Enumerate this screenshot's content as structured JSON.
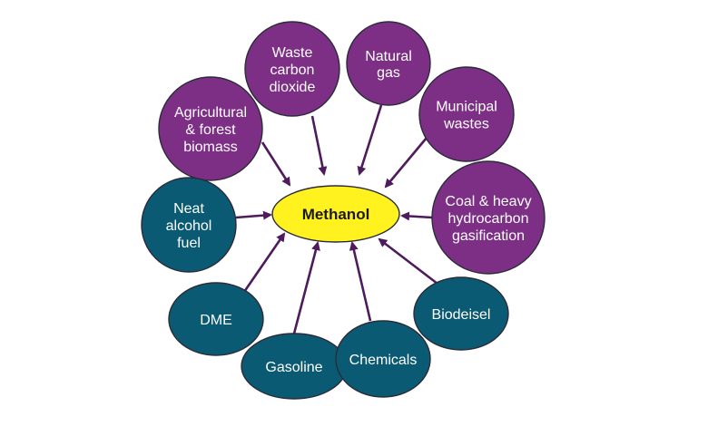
{
  "colors": {
    "source_fill": "#7d2f86",
    "product_fill": "#0b5a73",
    "outline": "#2b2b3a",
    "arrow": "#4e1b5c",
    "hub_fill": "#fff21e",
    "hub_text": "#1a1a1a",
    "node_text": "#ffffff"
  },
  "center": {
    "label": "Methanol"
  },
  "sources": [
    {
      "id": "agricultural-forest-biomass",
      "lines": [
        "Agricultural",
        "& forest",
        "biomass"
      ]
    },
    {
      "id": "waste-carbon-dioxide",
      "lines": [
        "Waste",
        "carbon",
        "dioxide"
      ]
    },
    {
      "id": "natural-gas",
      "lines": [
        "Natural",
        "gas"
      ]
    },
    {
      "id": "municipal-wastes",
      "lines": [
        "Municipal",
        "wastes"
      ]
    },
    {
      "id": "coal-heavy-hydrocarbon-gasification",
      "lines": [
        "Coal & heavy",
        "hydrocarbon",
        "gasification"
      ]
    }
  ],
  "products": [
    {
      "id": "neat-alcohol-fuel",
      "lines": [
        "Neat",
        "alcohol",
        "fuel"
      ]
    },
    {
      "id": "dme",
      "lines": [
        "DME"
      ]
    },
    {
      "id": "gasoline",
      "lines": [
        "Gasoline"
      ]
    },
    {
      "id": "chemicals",
      "lines": [
        "Chemicals"
      ]
    },
    {
      "id": "biodeisel",
      "lines": [
        "Biodeisel"
      ]
    }
  ]
}
